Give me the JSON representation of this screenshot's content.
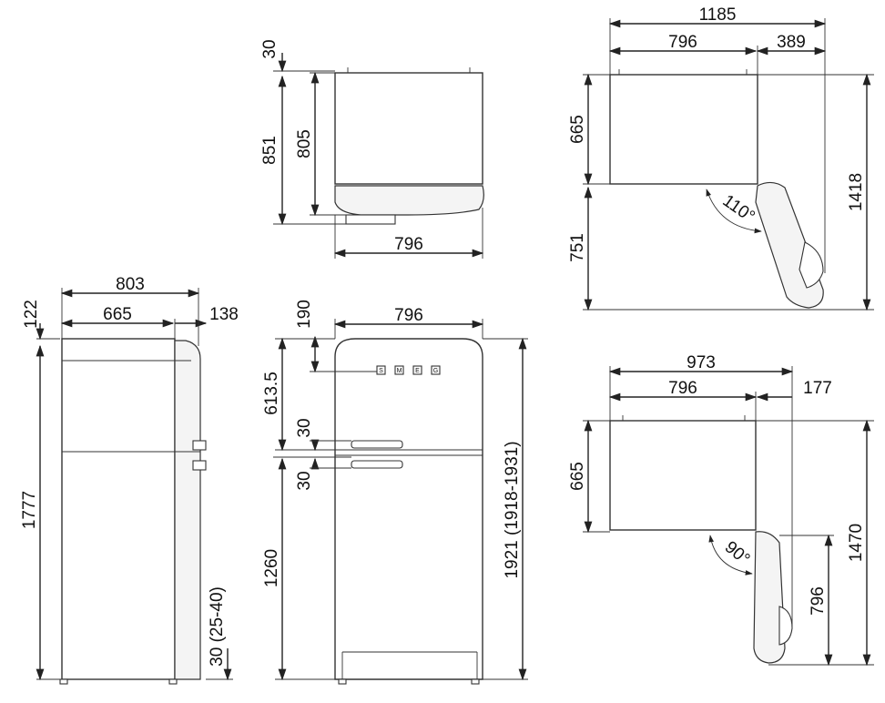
{
  "views": {
    "front": {
      "width": "796",
      "top_offset": "190",
      "logo_height": "613.5",
      "gap_upper": "30",
      "gap_lower": "30",
      "lower_section": "1260",
      "total_height": "1921 (1918-1931)",
      "logo_letters": [
        "S",
        "M",
        "E",
        "G"
      ]
    },
    "side": {
      "top_offset": "122",
      "overall_depth": "803",
      "body_depth": "665",
      "door_depth": "138",
      "height": "1777",
      "foot_height": "30 (25-40)"
    },
    "top_closed": {
      "width": "796",
      "offset": "30",
      "depth_total": "851",
      "depth_body": "805"
    },
    "top_open_110": {
      "total_width": "1185",
      "body_width": "796",
      "door_extension": "389",
      "body_depth": "665",
      "door_depth": "751",
      "total_depth": "1418",
      "angle": "110°"
    },
    "top_open_90": {
      "total_width": "973",
      "body_width": "796",
      "door_extension": "177",
      "body_depth": "665",
      "door_depth": "796",
      "total_depth": "1470",
      "angle": "90°"
    }
  }
}
